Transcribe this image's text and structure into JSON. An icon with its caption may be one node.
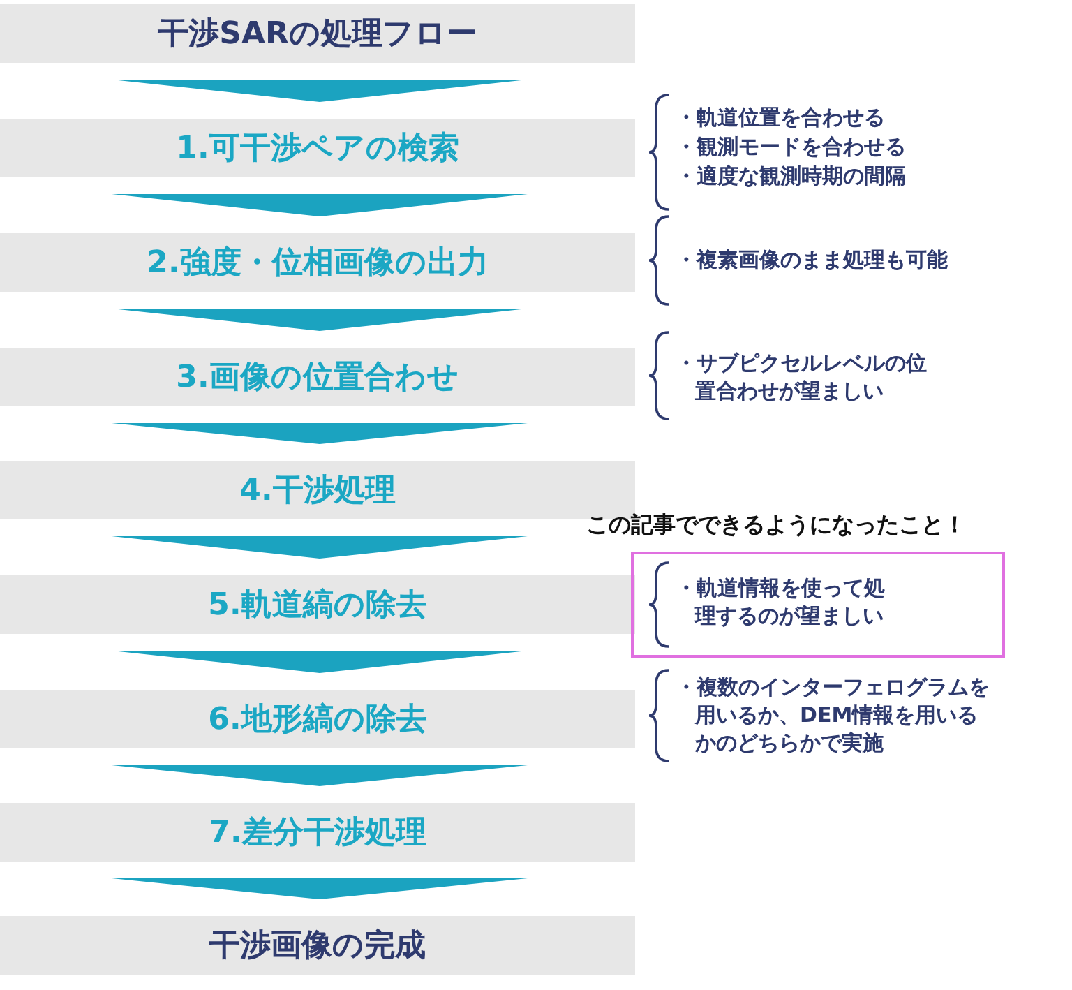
{
  "diagram": {
    "nodes": [
      {
        "text": [
          "干渉SARの処理フロー"
        ]
      },
      {
        "text": [
          "1.可干渉ペアの検索"
        ],
        "beside": [
          "・軌道位置を合わせる",
          "・観測モードを合わせる",
          "・適度な観測時期の間隔"
        ]
      },
      {
        "text": [
          "2.強度・位相画像の出力"
        ],
        "beside": [
          "・複素画像のまま処理も可能"
        ]
      },
      {
        "text": [
          "3.画像の位置合わせ"
        ],
        "beside": [
          "・サブピクセルレベルの位置合わせが望ましい"
        ]
      },
      {
        "text": [
          "4.干渉処理"
        ]
      },
      {
        "text": [
          "5.軌道縞の除去"
        ]
      },
      {
        "text": [
          "6.地形縞の除去"
        ]
      },
      {
        "text": [
          "7.差分干渉処理"
        ]
      },
      {
        "text": [
          "干渉画像の完成"
        ]
      },
      {
        "text": [
          "この記事でできるようになったこと！",
          "・軌道情報を使って処理するのが望ましい"
        ]
      }
    ],
    "edges": [
      {
        "from": 0,
        "to": 1,
        "arrow": "to"
      },
      {
        "from": 1,
        "to": 2,
        "arrow": "to"
      },
      {
        "from": 2,
        "to": 3,
        "arrow": "to"
      },
      {
        "from": 3,
        "to": 4,
        "arrow": "to"
      },
      {
        "from": 4,
        "to": 5,
        "arrow": "to"
      },
      {
        "from": 5,
        "to": 6,
        "arrow": "to"
      },
      {
        "from": 6,
        "to": 7,
        "arrow": "to"
      },
      {
        "from": 7,
        "to": 8,
        "arrow": "to"
      }
    ],
    "labels": [
      "・複数のインターフェログラムを用いるか、DEM情報を用いるかのどちらかで実施"
    ]
  }
}
